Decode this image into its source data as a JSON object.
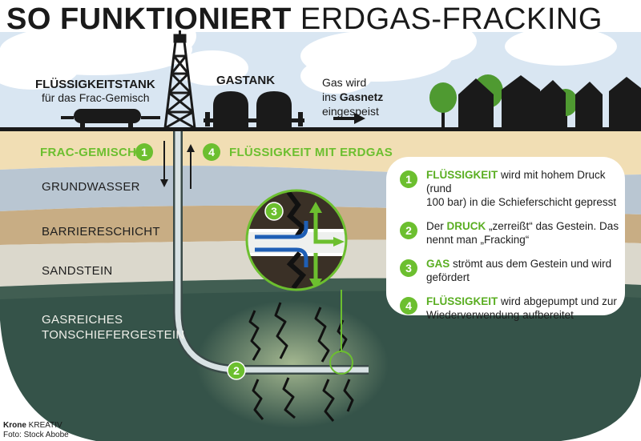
{
  "title": {
    "bold": "SO FUNKTIONIERT",
    "rest": "ERDGAS-FRACKING"
  },
  "surface": {
    "tank_label": "FLÜSSIGKEITSTANK",
    "tank_sub": "für das Frac-Gemisch",
    "gastank_label": "GASTANK",
    "gas_note_1": "Gas wird",
    "gas_note_2a": "ins ",
    "gas_note_2b": "Gasnetz",
    "gas_note_3": "eingespeist"
  },
  "flow": {
    "down_label": "FRAC-GEMISCH",
    "down_num": "1",
    "up_label": "FLÜSSIGKEIT MIT ERDGAS",
    "up_num": "4"
  },
  "layers": {
    "groundwater": "GRUNDWASSER",
    "barrier": "BARRIERESCHICHT",
    "sandstone": "SANDSTEIN",
    "shale_1": "GASREICHES",
    "shale_2": "TONSCHIEFERGESTEIN"
  },
  "markers": {
    "zoom": "3",
    "well": "2"
  },
  "steps": [
    {
      "num": "1",
      "hl": "FLÜSSIGKEIT",
      "l1": " wird mit hohem Druck (rund",
      "l2": "100 bar) in die Schieferschicht gepresst"
    },
    {
      "num": "2",
      "pre": "Der ",
      "hl": "DRUCK",
      "l1": " „zerreißt“ das Gestein. Das",
      "l2": "nennt man „Fracking“"
    },
    {
      "num": "3",
      "hl": "GAS",
      "l1": " strömt aus dem Gestein und wird",
      "l2": "gefördert"
    },
    {
      "num": "4",
      "hl": "FLÜSSIGKEIT",
      "l1": " wird abgepumpt und zur",
      "l2": "Wiederverwendung aufbereitet"
    }
  ],
  "credit": {
    "brand": "Krone",
    "brand_rest": " KREATIV",
    "photo": "Foto: Stock Abobe"
  },
  "colors": {
    "green": "#6cbf2f",
    "sky": "#d9e6f2",
    "topsoil": "#f1deb4",
    "groundwater": "#b9c6d2",
    "barrier": "#c8ad84",
    "sandstone": "#dbd8cc",
    "shale": "#355349",
    "blue": "#1f5fb5"
  }
}
